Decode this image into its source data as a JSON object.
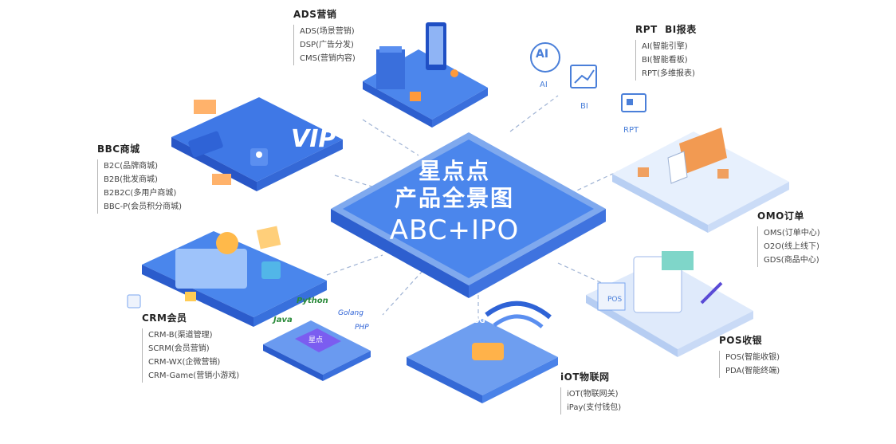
{
  "center": {
    "line1": "星点点",
    "line2": "产品全景图",
    "line3": "ABC+IPO"
  },
  "modules": {
    "ads": {
      "title": "ADS营销",
      "items": [
        "ADS(场景营销)",
        "DSP(广告分发)",
        "CMS(营销内容)"
      ]
    },
    "rpt": {
      "title": "RPT  BI报表",
      "items": [
        "AI(智能引擎)",
        "BI(智能看板)",
        "RPT(多维报表)"
      ]
    },
    "bbc": {
      "title": "BBC商城",
      "items": [
        "B2C(品牌商城)",
        "B2B(批发商城)",
        "B2B2C(多用户商城)",
        "BBC-P(会员积分商城)"
      ]
    },
    "omo": {
      "title": "OMO订单",
      "items": [
        "OMS(订单中心)",
        "O2O(线上线下)",
        "GDS(商品中心)"
      ]
    },
    "crm": {
      "title": "CRM会员",
      "items": [
        "CRM-B(渠道管理)",
        "SCRM(会员营销)",
        "CRM-WX(企微营销)",
        "CRM-Game(营销小游戏)"
      ]
    },
    "pos": {
      "title": "POS收银",
      "items": [
        "POS(智能收银)",
        "PDA(智能终端)"
      ]
    },
    "iot": {
      "title": "iOT物联网",
      "items": [
        "iOT(物联网关)",
        "iPay(支付钱包)"
      ]
    }
  },
  "icons": {
    "ai": "AI",
    "bi": "BI",
    "rpt": "RPT",
    "vip": "VIP",
    "pos_screen": "POS"
  },
  "langs": {
    "python": "Python",
    "java": "Java",
    "golang": "Golang",
    "php": "PHP",
    "chip": "星点"
  },
  "iot_badge": "5G",
  "colors": {
    "platform_dark": "#2f63d6",
    "platform_mid": "#4a86ee",
    "platform_light": "#a9c6f5",
    "pale": "#dfeafb",
    "accent_orange": "#ff9a3c"
  }
}
